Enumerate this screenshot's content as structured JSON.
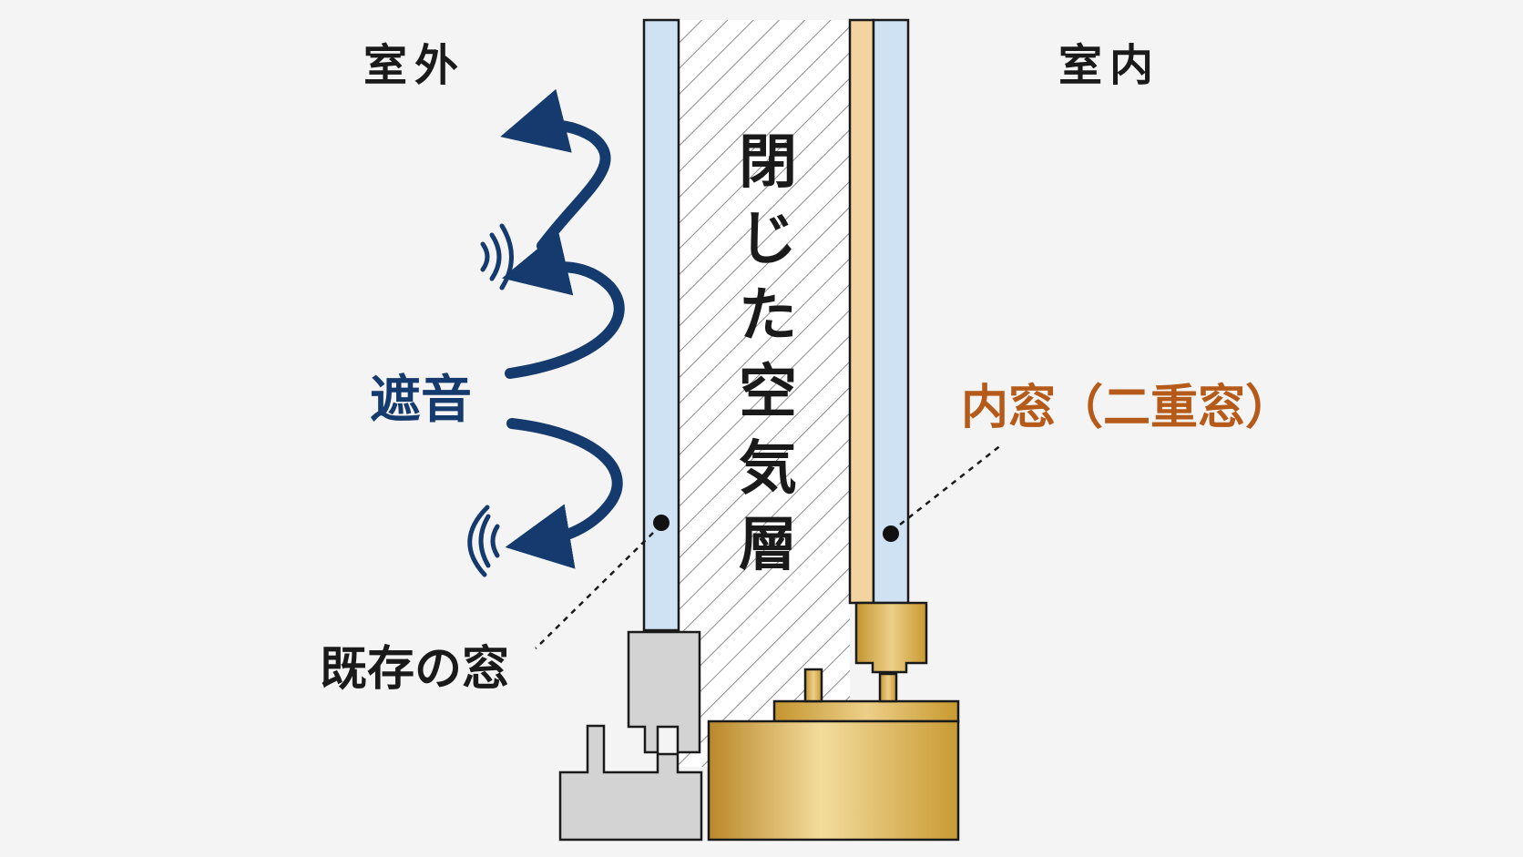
{
  "labels": {
    "outdoor": "室外",
    "indoor": "室内",
    "air_layer": [
      "閉",
      "じ",
      "た",
      "空",
      "気",
      "層"
    ],
    "sound_block": "遮音",
    "inner_window": "内窓（二重窓）",
    "existing_window": "既存の窓"
  },
  "colors": {
    "background": "#f4f4f4",
    "glass": "#cfe2f3",
    "sound_arrow": "#153a6e",
    "inner_window_label": "#b65a1a",
    "existing_frame": "#d3d3d3",
    "inner_frame_gold": "#d1a43a",
    "inner_sash_wood": "#f3d3a0",
    "outline": "#1a1a1a"
  },
  "icons": [
    "sound-wave-icon",
    "arrow-icon"
  ]
}
